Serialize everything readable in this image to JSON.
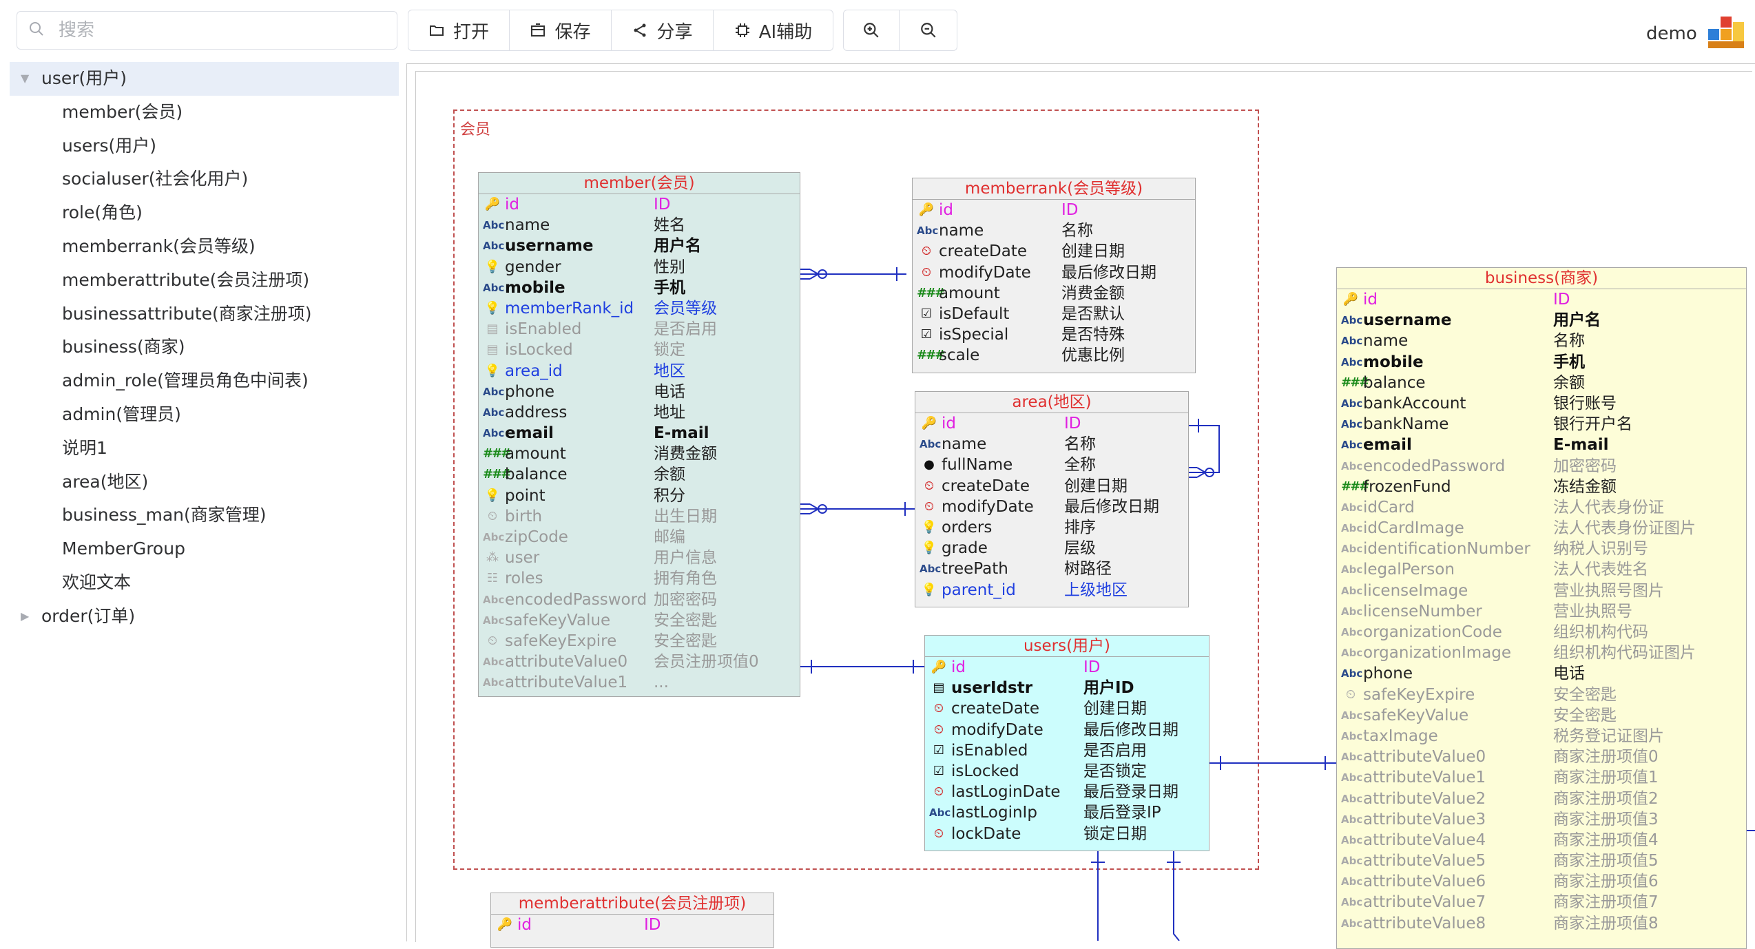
{
  "search": {
    "placeholder": "搜索"
  },
  "toolbar": {
    "open": "打开",
    "save": "保存",
    "share": "分享",
    "ai": "AI辅助"
  },
  "user": {
    "name": "demo"
  },
  "tree": [
    {
      "label": "user(用户)",
      "level": 0,
      "expanded": true,
      "selected": true
    },
    {
      "label": "member(会员)",
      "level": 1
    },
    {
      "label": "users(用户)",
      "level": 1
    },
    {
      "label": "socialuser(社会化用户)",
      "level": 1
    },
    {
      "label": "role(角色)",
      "level": 1
    },
    {
      "label": "memberrank(会员等级)",
      "level": 1
    },
    {
      "label": "memberattribute(会员注册项)",
      "level": 1
    },
    {
      "label": "businessattribute(商家注册项)",
      "level": 1
    },
    {
      "label": "business(商家)",
      "level": 1
    },
    {
      "label": "admin_role(管理员角色中间表)",
      "level": 1
    },
    {
      "label": "admin(管理员)",
      "level": 1
    },
    {
      "label": "说明1",
      "level": 1
    },
    {
      "label": "area(地区)",
      "level": 1
    },
    {
      "label": "business_man(商家管理)",
      "level": 1
    },
    {
      "label": "MemberGroup",
      "level": 1
    },
    {
      "label": "欢迎文本",
      "level": 1
    },
    {
      "label": "order(订单)",
      "level": 0,
      "expanded": false
    }
  ],
  "group": {
    "label": "会员"
  },
  "colors": {
    "pk": "#e020e0",
    "fk": "#2040e0",
    "title": "#e03030",
    "group_border": "#c05050",
    "relation": "#2030c0"
  },
  "entities": {
    "member": {
      "title": "member(会员)",
      "fields": [
        {
          "name": "id",
          "display": "ID",
          "icon": "key-icon",
          "style": "pk"
        },
        {
          "name": "name",
          "display": "姓名",
          "icon": "abc-icon",
          "style": "n"
        },
        {
          "name": "username",
          "display": "用户名",
          "icon": "abc-icon",
          "style": "b"
        },
        {
          "name": "gender",
          "display": "性别",
          "icon": "bulb-icon",
          "style": "n"
        },
        {
          "name": "mobile",
          "display": "手机",
          "icon": "abc-icon",
          "style": "b"
        },
        {
          "name": "memberRank_id",
          "display": "会员等级",
          "icon": "bulb-icon",
          "style": "fk"
        },
        {
          "name": "isEnabled",
          "display": "是否启用",
          "icon": "gray-box-icon",
          "style": "g"
        },
        {
          "name": "isLocked",
          "display": "锁定",
          "icon": "gray-box-icon",
          "style": "g"
        },
        {
          "name": "area_id",
          "display": "地区",
          "icon": "bulb-icon",
          "style": "fk"
        },
        {
          "name": "phone",
          "display": "电话",
          "icon": "abc-icon",
          "style": "n"
        },
        {
          "name": "address",
          "display": "地址",
          "icon": "abc-icon",
          "style": "n"
        },
        {
          "name": "email",
          "display": "E-mail",
          "icon": "abc-icon",
          "style": "b"
        },
        {
          "name": "amount",
          "display": "消费金额",
          "icon": "number-icon",
          "style": "n"
        },
        {
          "name": "balance",
          "display": "余额",
          "icon": "number-icon",
          "style": "n"
        },
        {
          "name": "point",
          "display": "积分",
          "icon": "bulb-icon",
          "style": "n"
        },
        {
          "name": "birth",
          "display": "出生日期",
          "icon": "gray-clock-icon",
          "style": "g"
        },
        {
          "name": "zipCode",
          "display": "邮编",
          "icon": "gray-abc-icon",
          "style": "g"
        },
        {
          "name": "user",
          "display": "用户信息",
          "icon": "gray-tree-icon",
          "style": "g"
        },
        {
          "name": "roles",
          "display": "拥有角色",
          "icon": "gray-list-icon",
          "style": "g"
        },
        {
          "name": "encodedPassword",
          "display": "加密密码",
          "icon": "gray-abc-icon",
          "style": "g"
        },
        {
          "name": "safeKeyValue",
          "display": "安全密匙",
          "icon": "gray-abc-icon",
          "style": "g"
        },
        {
          "name": "safeKeyExpire",
          "display": "安全密匙",
          "icon": "gray-clock-icon",
          "style": "g"
        },
        {
          "name": "attributeValue0",
          "display": "会员注册项值0",
          "icon": "gray-abc-icon",
          "style": "g"
        },
        {
          "name": "attributeValue1",
          "display": "...",
          "icon": "gray-abc-icon",
          "style": "g"
        }
      ]
    },
    "memberrank": {
      "title": "memberrank(会员等级)",
      "fields": [
        {
          "name": "id",
          "display": "ID",
          "icon": "key-icon",
          "style": "pk"
        },
        {
          "name": "name",
          "display": "名称",
          "icon": "abc-icon",
          "style": "n"
        },
        {
          "name": "createDate",
          "display": "创建日期",
          "icon": "clock-icon",
          "style": "n"
        },
        {
          "name": "modifyDate",
          "display": "最后修改日期",
          "icon": "clock-icon",
          "style": "n"
        },
        {
          "name": "amount",
          "display": "消费金额",
          "icon": "number-icon",
          "style": "n"
        },
        {
          "name": "isDefault",
          "display": "是否默认",
          "icon": "checkbox-icon",
          "style": "n"
        },
        {
          "name": "isSpecial",
          "display": "是否特殊",
          "icon": "checkbox-icon",
          "style": "n"
        },
        {
          "name": "scale",
          "display": "优惠比例",
          "icon": "number-icon",
          "style": "n"
        }
      ]
    },
    "area": {
      "title": "area(地区)",
      "fields": [
        {
          "name": "id",
          "display": "ID",
          "icon": "key-icon",
          "style": "pk"
        },
        {
          "name": "name",
          "display": "名称",
          "icon": "abc-icon",
          "style": "n"
        },
        {
          "name": "fullName",
          "display": "全称",
          "icon": "dot-icon",
          "style": "n"
        },
        {
          "name": "createDate",
          "display": "创建日期",
          "icon": "clock-icon",
          "style": "n"
        },
        {
          "name": "modifyDate",
          "display": "最后修改日期",
          "icon": "clock-icon",
          "style": "n"
        },
        {
          "name": "orders",
          "display": "排序",
          "icon": "bulb-icon",
          "style": "n"
        },
        {
          "name": "grade",
          "display": "层级",
          "icon": "bulb-icon",
          "style": "n"
        },
        {
          "name": "treePath",
          "display": "树路径",
          "icon": "abc-icon",
          "style": "n"
        },
        {
          "name": "parent_id",
          "display": "上级地区",
          "icon": "bulb-icon",
          "style": "fk"
        }
      ]
    },
    "users": {
      "title": "users(用户)",
      "fields": [
        {
          "name": "id",
          "display": "ID",
          "icon": "key-icon",
          "style": "pk"
        },
        {
          "name": "userIdstr",
          "display": "用户ID",
          "icon": "box-icon",
          "style": "b"
        },
        {
          "name": "createDate",
          "display": "创建日期",
          "icon": "clock-icon",
          "style": "n"
        },
        {
          "name": "modifyDate",
          "display": "最后修改日期",
          "icon": "clock-icon",
          "style": "n"
        },
        {
          "name": "isEnabled",
          "display": "是否启用",
          "icon": "checkbox-icon",
          "style": "n"
        },
        {
          "name": "isLocked",
          "display": "是否锁定",
          "icon": "checkbox-icon",
          "style": "n"
        },
        {
          "name": "lastLoginDate",
          "display": "最后登录日期",
          "icon": "clock-icon",
          "style": "n"
        },
        {
          "name": "lastLoginIp",
          "display": "最后登录IP",
          "icon": "abc-icon",
          "style": "n"
        },
        {
          "name": "lockDate",
          "display": "锁定日期",
          "icon": "clock-icon",
          "style": "n"
        }
      ]
    },
    "business": {
      "title": "business(商家)",
      "fields": [
        {
          "name": "id",
          "display": "ID",
          "icon": "key-icon",
          "style": "pk"
        },
        {
          "name": "username",
          "display": "用户名",
          "icon": "abc-icon",
          "style": "b"
        },
        {
          "name": "name",
          "display": "名称",
          "icon": "abc-icon",
          "style": "n"
        },
        {
          "name": "mobile",
          "display": "手机",
          "icon": "abc-icon",
          "style": "b"
        },
        {
          "name": "balance",
          "display": "余额",
          "icon": "number-icon",
          "style": "n"
        },
        {
          "name": "bankAccount",
          "display": "银行账号",
          "icon": "abc-icon",
          "style": "n"
        },
        {
          "name": "bankName",
          "display": "银行开户名",
          "icon": "abc-icon",
          "style": "n"
        },
        {
          "name": "email",
          "display": "E-mail",
          "icon": "abc-icon",
          "style": "b"
        },
        {
          "name": "encodedPassword",
          "display": "加密密码",
          "icon": "gray-abc-icon",
          "style": "g"
        },
        {
          "name": "frozenFund",
          "display": "冻结金额",
          "icon": "number-icon",
          "style": "n"
        },
        {
          "name": "idCard",
          "display": "法人代表身份证",
          "icon": "gray-abc-icon",
          "style": "g"
        },
        {
          "name": "idCardImage",
          "display": "法人代表身份证图片",
          "icon": "gray-abc-icon",
          "style": "g"
        },
        {
          "name": "identificationNumber",
          "display": "纳税人识别号",
          "icon": "gray-abc-icon",
          "style": "g"
        },
        {
          "name": "legalPerson",
          "display": "法人代表姓名",
          "icon": "gray-abc-icon",
          "style": "g"
        },
        {
          "name": "licenseImage",
          "display": "营业执照号图片",
          "icon": "gray-abc-icon",
          "style": "g"
        },
        {
          "name": "licenseNumber",
          "display": "营业执照号",
          "icon": "gray-abc-icon",
          "style": "g"
        },
        {
          "name": "organizationCode",
          "display": "组织机构代码",
          "icon": "gray-abc-icon",
          "style": "g"
        },
        {
          "name": "organizationImage",
          "display": "组织机构代码证图片",
          "icon": "gray-abc-icon",
          "style": "g"
        },
        {
          "name": "phone",
          "display": "电话",
          "icon": "abc-icon",
          "style": "n"
        },
        {
          "name": "safeKeyExpire",
          "display": "安全密匙",
          "icon": "gray-clock-icon",
          "style": "g"
        },
        {
          "name": "safeKeyValue",
          "display": "安全密匙",
          "icon": "gray-abc-icon",
          "style": "g"
        },
        {
          "name": "taxImage",
          "display": "税务登记证图片",
          "icon": "gray-abc-icon",
          "style": "g"
        },
        {
          "name": "attributeValue0",
          "display": "商家注册项值0",
          "icon": "gray-abc-icon",
          "style": "g"
        },
        {
          "name": "attributeValue1",
          "display": "商家注册项值1",
          "icon": "gray-abc-icon",
          "style": "g"
        },
        {
          "name": "attributeValue2",
          "display": "商家注册项值2",
          "icon": "gray-abc-icon",
          "style": "g"
        },
        {
          "name": "attributeValue3",
          "display": "商家注册项值3",
          "icon": "gray-abc-icon",
          "style": "g"
        },
        {
          "name": "attributeValue4",
          "display": "商家注册项值4",
          "icon": "gray-abc-icon",
          "style": "g"
        },
        {
          "name": "attributeValue5",
          "display": "商家注册项值5",
          "icon": "gray-abc-icon",
          "style": "g"
        },
        {
          "name": "attributeValue6",
          "display": "商家注册项值6",
          "icon": "gray-abc-icon",
          "style": "g"
        },
        {
          "name": "attributeValue7",
          "display": "商家注册项值7",
          "icon": "gray-abc-icon",
          "style": "g"
        },
        {
          "name": "attributeValue8",
          "display": "商家注册项值8",
          "icon": "gray-abc-icon",
          "style": "g"
        }
      ]
    },
    "memberattribute": {
      "title": "memberattribute(会员注册项)",
      "fields": [
        {
          "name": "id",
          "display": "ID",
          "icon": "key-icon",
          "style": "pk"
        }
      ]
    }
  }
}
